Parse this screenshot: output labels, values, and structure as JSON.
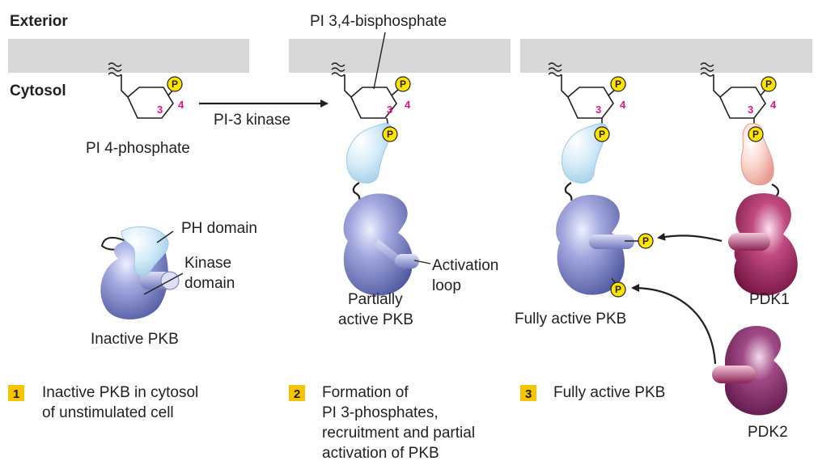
{
  "labels": {
    "exterior": "Exterior",
    "cytosol": "Cytosol",
    "pi_bisphosphate": "PI 3,4-bisphosphate",
    "pi3_kinase": "PI-3 kinase",
    "pi4_phosphate": "PI 4-phosphate",
    "ph_domain": "PH domain",
    "kinase_domain_1": "Kinase",
    "kinase_domain_2": "domain",
    "inactive_pkb": "Inactive PKB",
    "activation_loop_1": "Activation",
    "activation_loop_2": "loop",
    "partially_1": "Partially",
    "partially_2": "active PKB",
    "fully_active": "Fully active PKB",
    "pdk1": "PDK1",
    "pdk2": "PDK2"
  },
  "ring": {
    "pos3": "3",
    "pos4": "4",
    "phosphate": "P"
  },
  "steps": [
    {
      "num": "1",
      "lines": [
        "Inactive PKB in cytosol",
        "of unstimulated cell"
      ]
    },
    {
      "num": "2",
      "lines": [
        "Formation of",
        "PI 3-phosphates,",
        "recruitment and partial",
        "activation of PKB"
      ]
    },
    {
      "num": "3",
      "lines": [
        "Fully active PKB"
      ]
    }
  ],
  "colors": {
    "membrane": "#d8d8d8",
    "badge": "#f4c400",
    "phosphate": "#ffe400",
    "ring_number": "#e0168a",
    "ph_domain": "#bfe0f3",
    "pdk_ph_domain": "#f7c8c0",
    "pkb_kinase": "#7f86c8",
    "pdk": "#a0285e"
  },
  "icons": [
    "lipid-tail-icon",
    "phosphate-icon",
    "arrow-icon"
  ]
}
